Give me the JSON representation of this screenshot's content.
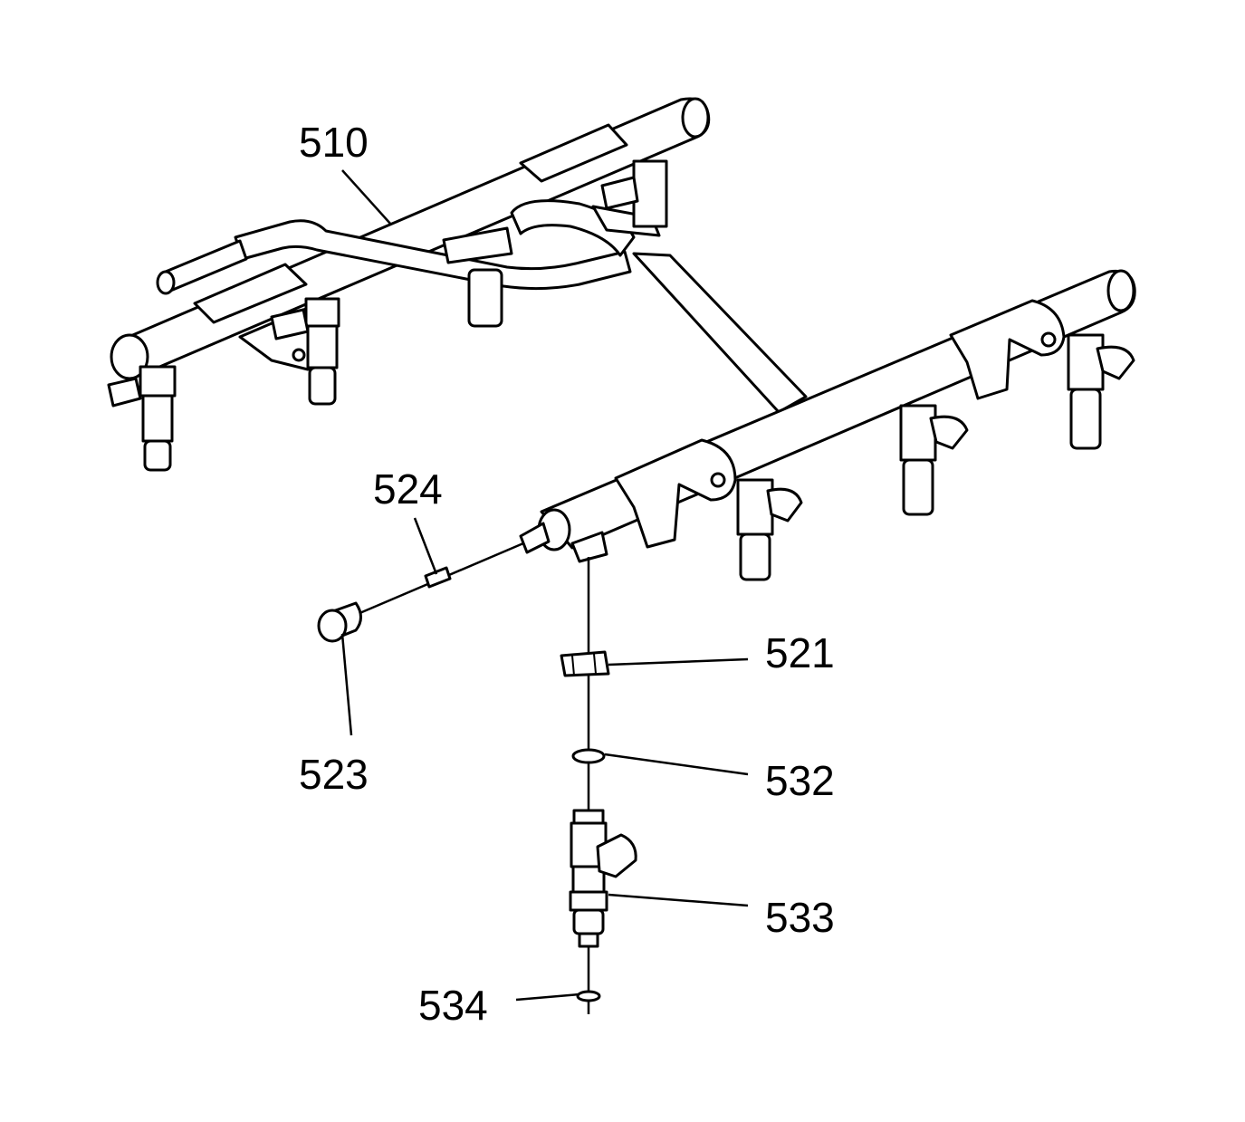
{
  "diagram": {
    "callouts": [
      {
        "id": "510",
        "label": "510"
      },
      {
        "id": "524",
        "label": "524"
      },
      {
        "id": "523",
        "label": "523"
      },
      {
        "id": "521",
        "label": "521"
      },
      {
        "id": "532",
        "label": "532"
      },
      {
        "id": "533",
        "label": "533"
      },
      {
        "id": "534",
        "label": "534"
      }
    ]
  }
}
